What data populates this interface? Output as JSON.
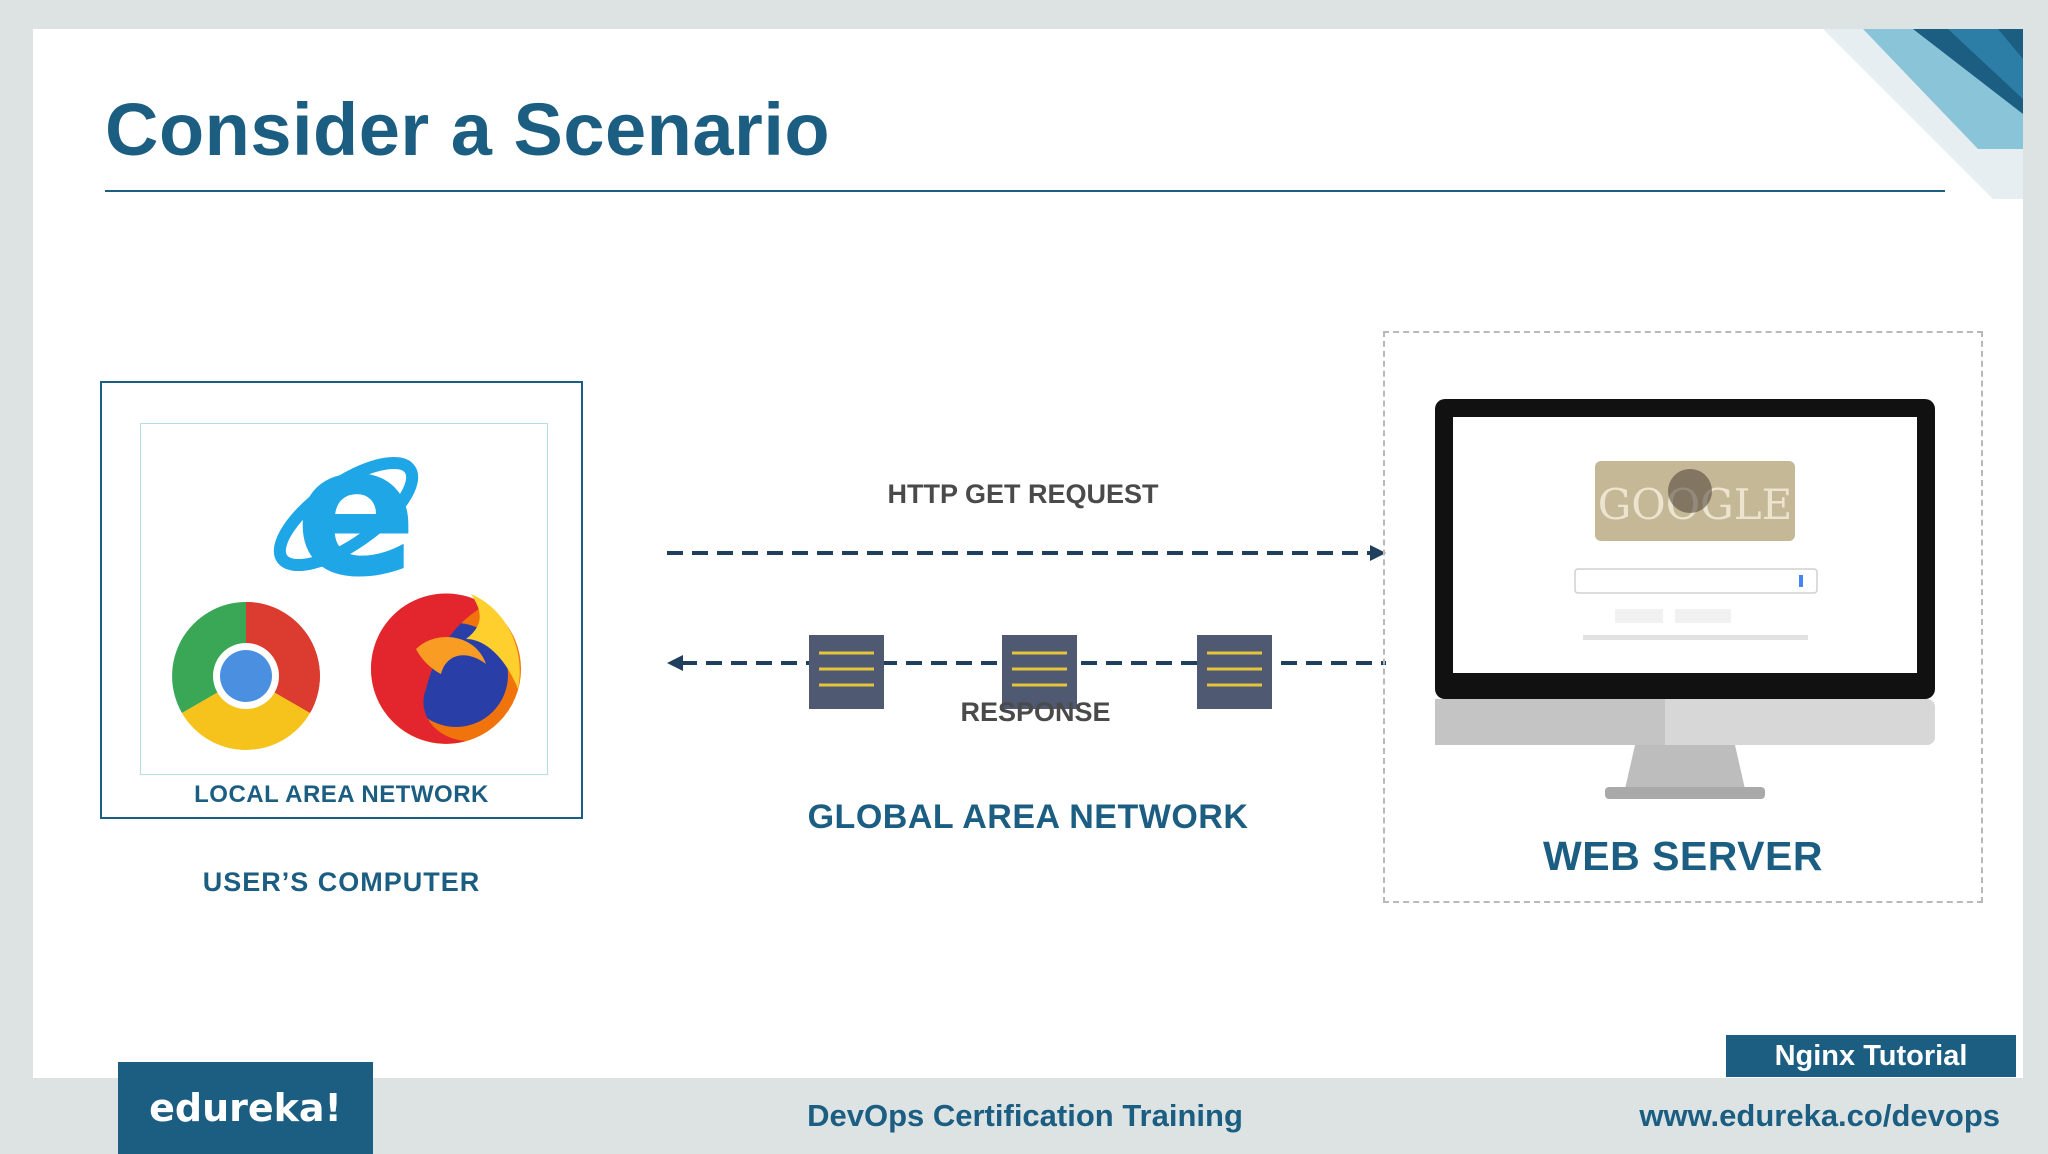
{
  "slide": {
    "title": "Consider a Scenario"
  },
  "left_panel": {
    "lan_label": "LOCAL AREA NETWORK",
    "caption": "USER’S  COMPUTER",
    "browsers": [
      "internet-explorer",
      "chrome",
      "firefox"
    ]
  },
  "middle": {
    "request_label": "HTTP GET REQUEST",
    "response_label": "RESPONSE",
    "network_label": "GLOBAL AREA NETWORK"
  },
  "right_panel": {
    "server_label": "WEB SERVER",
    "screen_logo_text": "GOOGLE"
  },
  "footer": {
    "tutorial_badge": "Nginx Tutorial",
    "logo_text": "edureka!",
    "course_title": "DevOps Certification Training",
    "url": "www.edureka.co/devops"
  },
  "colors": {
    "primary": "#1b5e82",
    "packet": "#4f5a72",
    "packet_lines": "#e5c43a"
  }
}
